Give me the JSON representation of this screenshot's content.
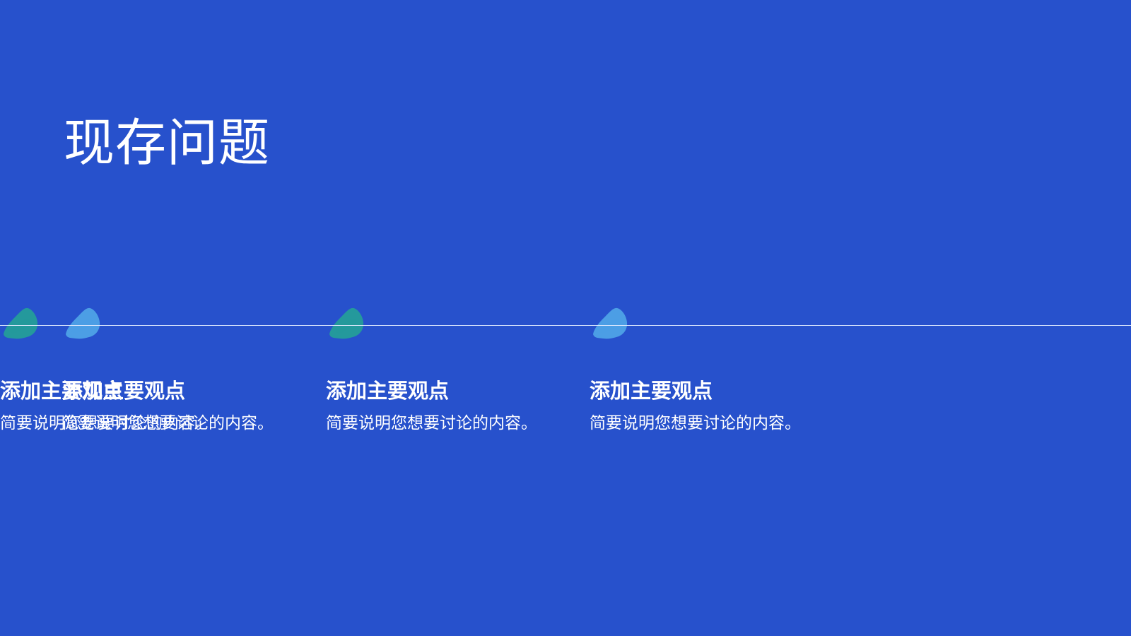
{
  "slide": {
    "title": "现存问题",
    "background_color": "#2751CC",
    "line_color": "#E1EBFF",
    "points": [
      {
        "heading": "添加主要观点",
        "text": "简要说明您想要讨论的内容。",
        "icon": "teal-paint-blob-icon",
        "color": "#24999C"
      },
      {
        "heading": "添加主要观点",
        "text": "简要说明您想要讨论的内容。",
        "icon": "light-blue-paint-blob-icon",
        "color": "#4C9EE5"
      },
      {
        "heading": "添加主要观点",
        "text": "简要说明您想要讨论的内容。",
        "icon": "teal-paint-blob-icon",
        "color": "#24999C"
      },
      {
        "heading": "添加主要观点",
        "text": "简要说明您想要讨论的内容。",
        "icon": "light-blue-paint-blob-icon",
        "color": "#4C9EE5"
      }
    ]
  }
}
